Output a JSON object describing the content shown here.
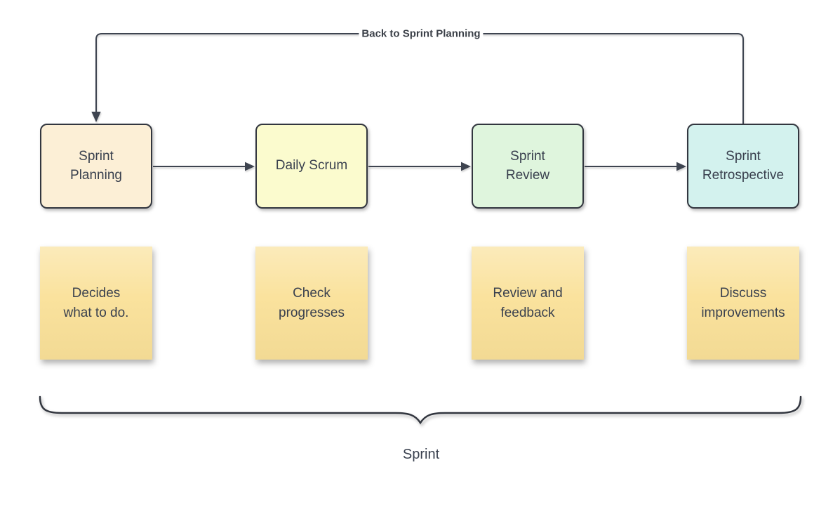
{
  "colors": {
    "shape_stroke": "#32363F",
    "edge_stroke": "#3E4450",
    "text": "#39404E",
    "note_fill": "#FAE29D",
    "box_fill_sprint_planning": "#FCEFD6",
    "box_fill_daily_scrum": "#FBFBCE",
    "box_fill_sprint_review": "#DFF5DD",
    "box_fill_sprint_retrospective": "#D3F2EE"
  },
  "flow_boxes": [
    {
      "label": "Sprint\nPlanning",
      "fill": "#FCEFD6"
    },
    {
      "label": "Daily Scrum",
      "fill": "#FBFBCE"
    },
    {
      "label": "Sprint\nReview",
      "fill": "#DFF5DD"
    },
    {
      "label": "Sprint\nRetrospective",
      "fill": "#D3F2EE"
    }
  ],
  "sticky_notes": [
    {
      "text": "Decides\nwhat to do.",
      "fill": "#FAE29D"
    },
    {
      "text": "Check\nprogresses",
      "fill": "#FAE29D"
    },
    {
      "text": "Review and\nfeedback",
      "fill": "#FAE29D"
    },
    {
      "text": "Discuss\nimprovements",
      "fill": "#FAE29D"
    }
  ],
  "edges": {
    "loop_label": "Back to Sprint Planning"
  },
  "brace": {
    "label": "Sprint"
  }
}
